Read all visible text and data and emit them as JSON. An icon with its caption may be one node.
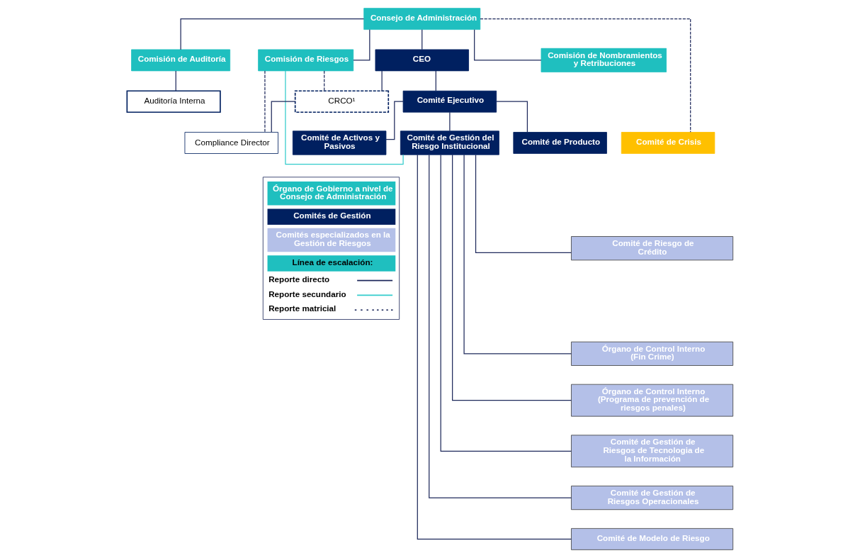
{
  "diagram": {
    "nodes": [
      {
        "text": [
          "Consejo de Administración"
        ]
      },
      {
        "text": [
          "Comisión de Auditoría"
        ]
      },
      {
        "text": [
          "Comisión de Riesgos"
        ]
      },
      {
        "text": [
          "CEO"
        ]
      },
      {
        "text": [
          "Comisión de Nombramientos y Retribuciones"
        ]
      },
      {
        "text": [
          "Auditoría Interna"
        ]
      },
      {
        "text": [
          "CRCO¹"
        ]
      },
      {
        "text": [
          "Compliance Director"
        ]
      },
      {
        "text": [
          "Comité Ejecutivo"
        ]
      },
      {
        "text": [
          "Comité de Activos y Pasivos"
        ]
      },
      {
        "text": [
          "Comité de Gestión del Riesgo Institucional"
        ]
      },
      {
        "text": [
          "Comité de Producto"
        ]
      },
      {
        "text": [
          "Comité de Crisis"
        ]
      },
      {
        "text": [
          "Comité de Riesgo de Crédito"
        ]
      },
      {
        "text": [
          "Órgano de Control Interno (Fin Crime)"
        ]
      },
      {
        "text": [
          "Órgano de Control Interno (Programa de prevención de riesgos penales)"
        ]
      },
      {
        "text": [
          "Comité de Gestión de Riesgos de Tecnologia de la Información"
        ]
      },
      {
        "text": [
          "Comité de Gestión de Riesgos Operacionales"
        ]
      },
      {
        "text": [
          "Comité de Modelo de Riesgo"
        ]
      }
    ],
    "edges": [
      {
        "from": 0,
        "to": 1,
        "arrow": "none"
      },
      {
        "from": 0,
        "to": 2,
        "arrow": "none"
      },
      {
        "from": 0,
        "to": 3,
        "arrow": "none"
      },
      {
        "from": 0,
        "to": 4,
        "arrow": "none"
      },
      {
        "from": 0,
        "to": 12,
        "arrow": "none",
        "style": "dashed"
      },
      {
        "from": 1,
        "to": 5,
        "arrow": "none"
      },
      {
        "from": 2,
        "to": 6,
        "arrow": "none",
        "style": "dashed"
      },
      {
        "from": 2,
        "to": 7,
        "arrow": "none",
        "style": "dashed"
      },
      {
        "from": 6,
        "to": 3,
        "arrow": "none"
      },
      {
        "from": 6,
        "to": 7,
        "arrow": "none"
      },
      {
        "from": 2,
        "to": 10,
        "arrow": "none",
        "color": "#33cccc"
      },
      {
        "from": 3,
        "to": 8,
        "arrow": "none"
      },
      {
        "from": 8,
        "to": 9,
        "arrow": "none"
      },
      {
        "from": 8,
        "to": 10,
        "arrow": "none"
      },
      {
        "from": 8,
        "to": 11,
        "arrow": "none"
      },
      {
        "from": 10,
        "to": 13,
        "arrow": "none"
      },
      {
        "from": 10,
        "to": 14,
        "arrow": "none"
      },
      {
        "from": 10,
        "to": 15,
        "arrow": "none"
      },
      {
        "from": 10,
        "to": 16,
        "arrow": "none"
      },
      {
        "from": 10,
        "to": 17,
        "arrow": "none"
      },
      {
        "from": 10,
        "to": 18,
        "arrow": "none"
      }
    ],
    "legend": [
      {
        "text": "Órgano de Gobierno a nivel de Consejo de Administración",
        "color": "#1fbfbf"
      },
      {
        "text": "Comités de Gestión",
        "color": "#002060"
      },
      {
        "text": "Comités especializados en la Gestión de Riesgos",
        "color": "#b4c0e8"
      },
      {
        "text": "Línea de escalación:",
        "color": "#1fbfbf"
      },
      {
        "text": "Reporte directo"
      },
      {
        "text": "Reporte secundario"
      },
      {
        "text": "Reporte matricial"
      }
    ]
  }
}
